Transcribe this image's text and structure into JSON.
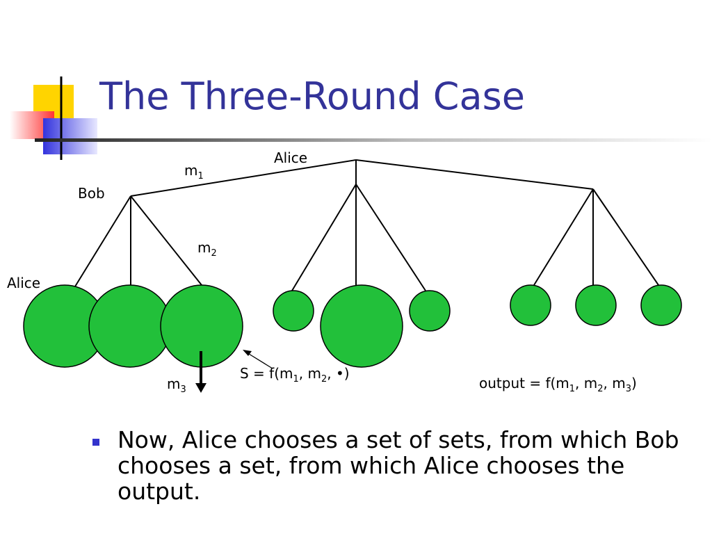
{
  "title": "The Three-Round Case",
  "colors": {
    "title": "#333399",
    "node_fill": "#22c03a",
    "line": "#000000",
    "bullet": "#3333cc",
    "deco_yellow": "#ffd400",
    "deco_red": "#ff3333",
    "deco_blue": "#3333dd"
  },
  "labels": {
    "alice_top": "Alice",
    "bob": "Bob",
    "alice_left": "Alice",
    "m1": {
      "base": "m",
      "sub": "1"
    },
    "m2": {
      "base": "m",
      "sub": "2"
    },
    "m3": {
      "base": "m",
      "sub": "3"
    },
    "set_label": {
      "a": "S = f(m",
      "b": "1",
      "c": ", m",
      "d": "2",
      "e": ", ",
      "f": "•",
      "g": ")"
    },
    "output_label": {
      "a": "output = f(m",
      "b": "1",
      "c": ", m",
      "d": "2",
      "e": ", m",
      "f": "3",
      "g": ")"
    }
  },
  "bullets": [
    "Now, Alice chooses a set of sets, from which Bob chooses a set, from which Alice chooses the output."
  ]
}
